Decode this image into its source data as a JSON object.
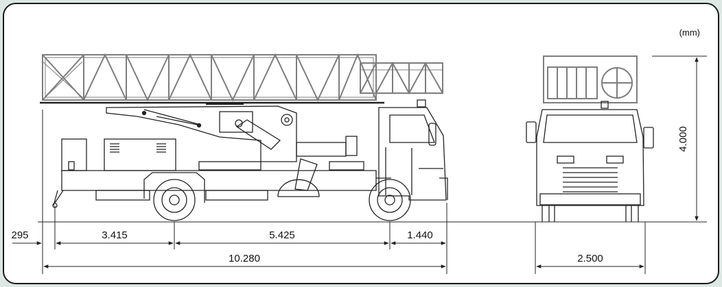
{
  "unit_label": "(mm)",
  "dimensions": {
    "front_overhang": "295",
    "rear_to_axle1": "3.415",
    "wheelbase": "5.425",
    "front_axle_to_bumper": "1.440",
    "overall_length": "10.280",
    "overall_width": "2.500",
    "overall_height": "4.000"
  },
  "colors": {
    "background": "#dde8e4",
    "panel": "#ffffff",
    "panel_border": "#1a1a1a",
    "ladder": "#7d7d7d",
    "line": "#222222"
  }
}
